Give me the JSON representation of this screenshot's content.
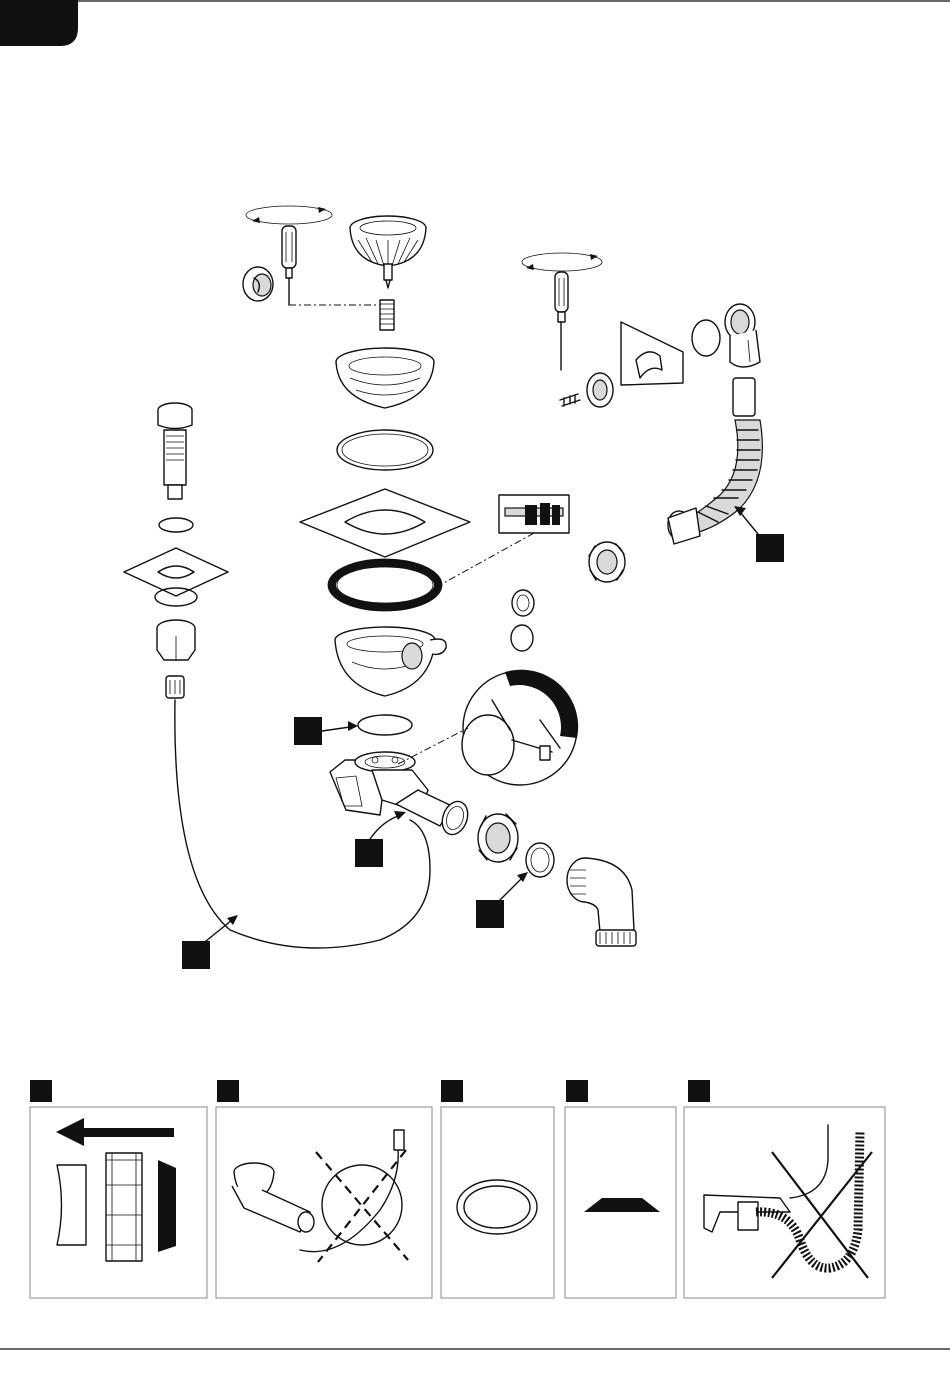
{
  "page": {
    "header_tab_color": "#111111",
    "rule_color": "#111111",
    "panel_border_color": "#888888"
  },
  "diagram": {
    "callouts": [
      {
        "id": "hose",
        "label": ""
      },
      {
        "id": "gasket",
        "label": ""
      },
      {
        "id": "trap-body",
        "label": ""
      },
      {
        "id": "nut-seal",
        "label": ""
      },
      {
        "id": "cable",
        "label": ""
      }
    ]
  },
  "detail_panels": [
    {
      "id": "direction",
      "icon": "arrow-left-icon",
      "label": ""
    },
    {
      "id": "cable-routing",
      "icon": "cable-icon",
      "label": ""
    },
    {
      "id": "flat-gasket",
      "icon": "gasket-icon",
      "label": ""
    },
    {
      "id": "conical-seal",
      "icon": "trapezoid-icon",
      "label": ""
    },
    {
      "id": "hose-routing",
      "icon": "hose-icon",
      "label": ""
    }
  ]
}
